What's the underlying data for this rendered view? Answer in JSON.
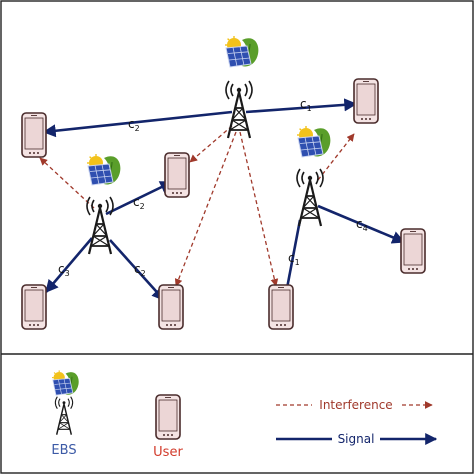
{
  "signal_labels": {
    "c1_top": "c",
    "c1_top_sub": "1",
    "c2_top": "c",
    "c2_top_sub": "2",
    "c2_left_up": "c",
    "c2_left_up_sub": "2",
    "c3": "c",
    "c3_sub": "3",
    "c2_left_down": "c",
    "c2_left_down_sub": "2",
    "c1_right": "c",
    "c1_right_sub": "1",
    "c4": "c",
    "c4_sub": "4"
  },
  "legend": {
    "ebs_label": "EBS",
    "user_label": "User",
    "interference_label": "Interference",
    "signal_label": "Signal"
  },
  "colors": {
    "signal": "#13256b",
    "interference": "#a0392b",
    "phone_body": "#f4e3e3",
    "phone_outline": "#4a2c2c",
    "tower": "#1a1a1a",
    "panel_blue": "#2f4fb0",
    "leaf_green": "#5a9e2a",
    "sun_yellow": "#f2c21b",
    "ebs_label_color": "#3c5aa6",
    "user_label_color": "#d23b2b"
  },
  "icons": {
    "ebs": "ebs-icon",
    "tower": "tower-icon",
    "phone": "phone-icon",
    "solar_panel": "solar-panel-icon"
  }
}
